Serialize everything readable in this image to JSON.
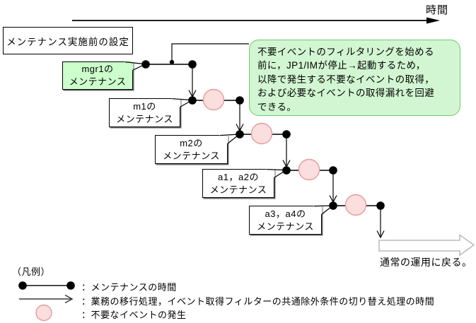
{
  "diagram": {
    "time_axis_label": "時間",
    "pre_setting_box": "メンテナンス実施前の設定",
    "steps": [
      {
        "line1": "mgr1の",
        "line2": "メンテナンス"
      },
      {
        "line1": "m1の",
        "line2": "メンテナンス"
      },
      {
        "line1": "m2の",
        "line2": "メンテナンス"
      },
      {
        "line1": "a1，a2の",
        "line2": "メンテナンス"
      },
      {
        "line1": "a3，a4の",
        "line2": "メンテナンス"
      }
    ],
    "callout_note": "不要イベントのフィルタリングを始める\n前に，JP1/IMが停止→起動するため，\n以降で発生する不要なイベントの取得，\nおよび必要なイベントの取得漏れを回避\nできる。",
    "return_to_normal_label": "通常の運用に戻る。"
  },
  "legend": {
    "title": "（凡例）",
    "items": [
      {
        "icon": "maintenance-duration-line",
        "label": "：メンテナンスの時間"
      },
      {
        "icon": "transition-arrow",
        "label": "：業務の移行処理，イベント取得フィルターの共通除外条件の切り替え処理の時間"
      },
      {
        "icon": "unnecessary-event-circle",
        "label": "：不要なイベントの発生"
      }
    ]
  },
  "colors": {
    "highlight_green": "#ccffcc",
    "callout_fill_green": "#d2f6d2",
    "callout_border_green": "#74c474",
    "event_pink_fill": "#fbdede",
    "event_pink_border": "#e39c9c",
    "line_black": "#000000",
    "block_arrow_gray": "#bcbcbc"
  }
}
